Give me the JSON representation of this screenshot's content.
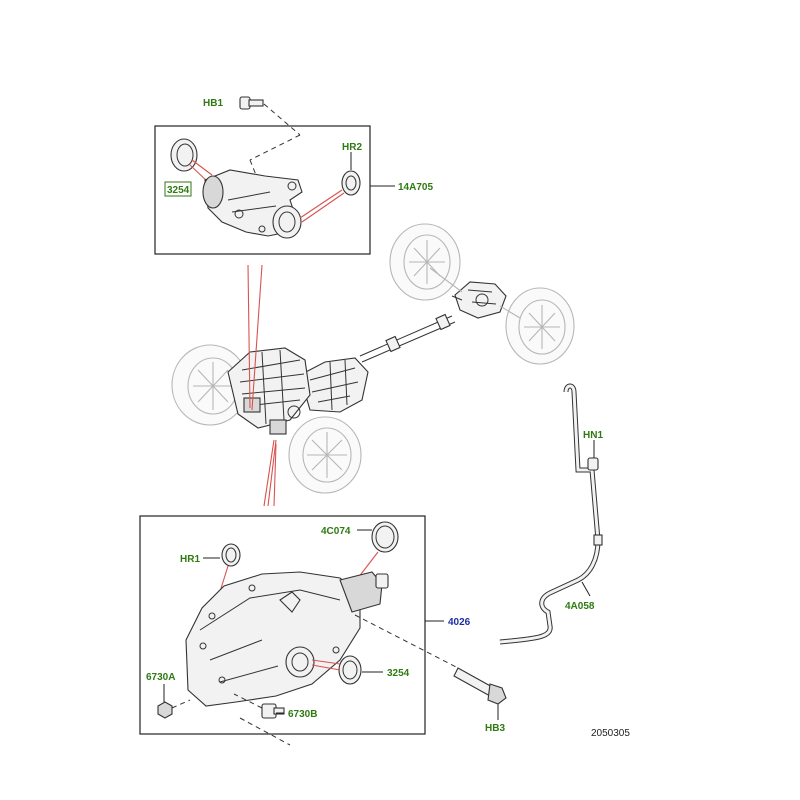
{
  "callouts": {
    "hb1": "HB1",
    "hr2": "HR2",
    "p3254_top": "3254",
    "p14a705": "14A705",
    "hn1": "HN1",
    "p4c074": "4C074",
    "hr1": "HR1",
    "p4a058": "4A058",
    "p4026": "4026",
    "p3254_bottom": "3254",
    "p6730a": "6730A",
    "p6730b": "6730B",
    "hb3": "HB3"
  },
  "figure_number": "2050305",
  "colors": {
    "callout_green": "#2f7a12",
    "callout_blue": "#1d2f9e",
    "leader_red": "#d9534f",
    "ghost_grey": "#b7b7b7"
  }
}
